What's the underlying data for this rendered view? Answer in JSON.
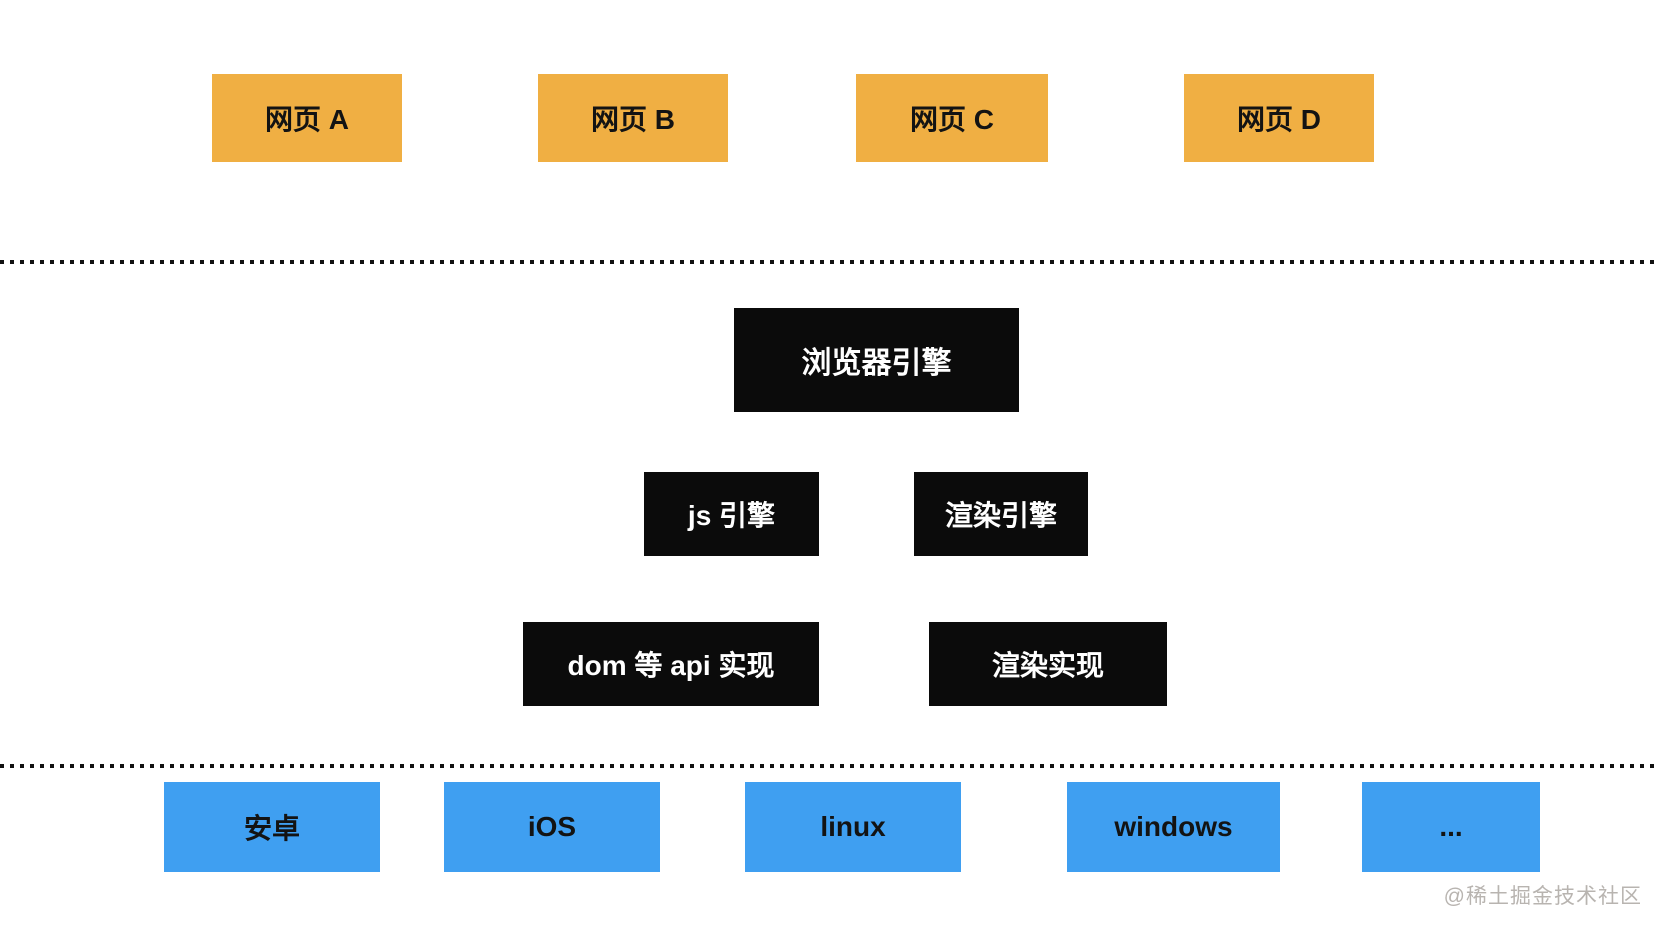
{
  "diagram": {
    "web_pages": [
      {
        "label": "网页 A"
      },
      {
        "label": "网页 B"
      },
      {
        "label": "网页 C"
      },
      {
        "label": "网页 D"
      }
    ],
    "browser_engine": {
      "label": "浏览器引擎"
    },
    "engines": [
      {
        "label": "js 引擎"
      },
      {
        "label": "渲染引擎"
      }
    ],
    "implementations": [
      {
        "label": "dom 等 api 实现"
      },
      {
        "label": "渲染实现"
      }
    ],
    "platforms": [
      {
        "label": "安卓"
      },
      {
        "label": "iOS"
      },
      {
        "label": "linux"
      },
      {
        "label": "windows"
      },
      {
        "label": "..."
      }
    ],
    "colors": {
      "web_page_fill": "#F0AF43",
      "engine_fill": "#0B0B0B",
      "platform_fill": "#3F9FF1",
      "text_dark": "#131313",
      "text_light": "#FFFFFF",
      "separator_dot": "#111111",
      "watermark_text": "#B8B4B0",
      "background": "#FFFFFF"
    }
  },
  "watermark": {
    "label": "@稀土掘金技术社区"
  }
}
